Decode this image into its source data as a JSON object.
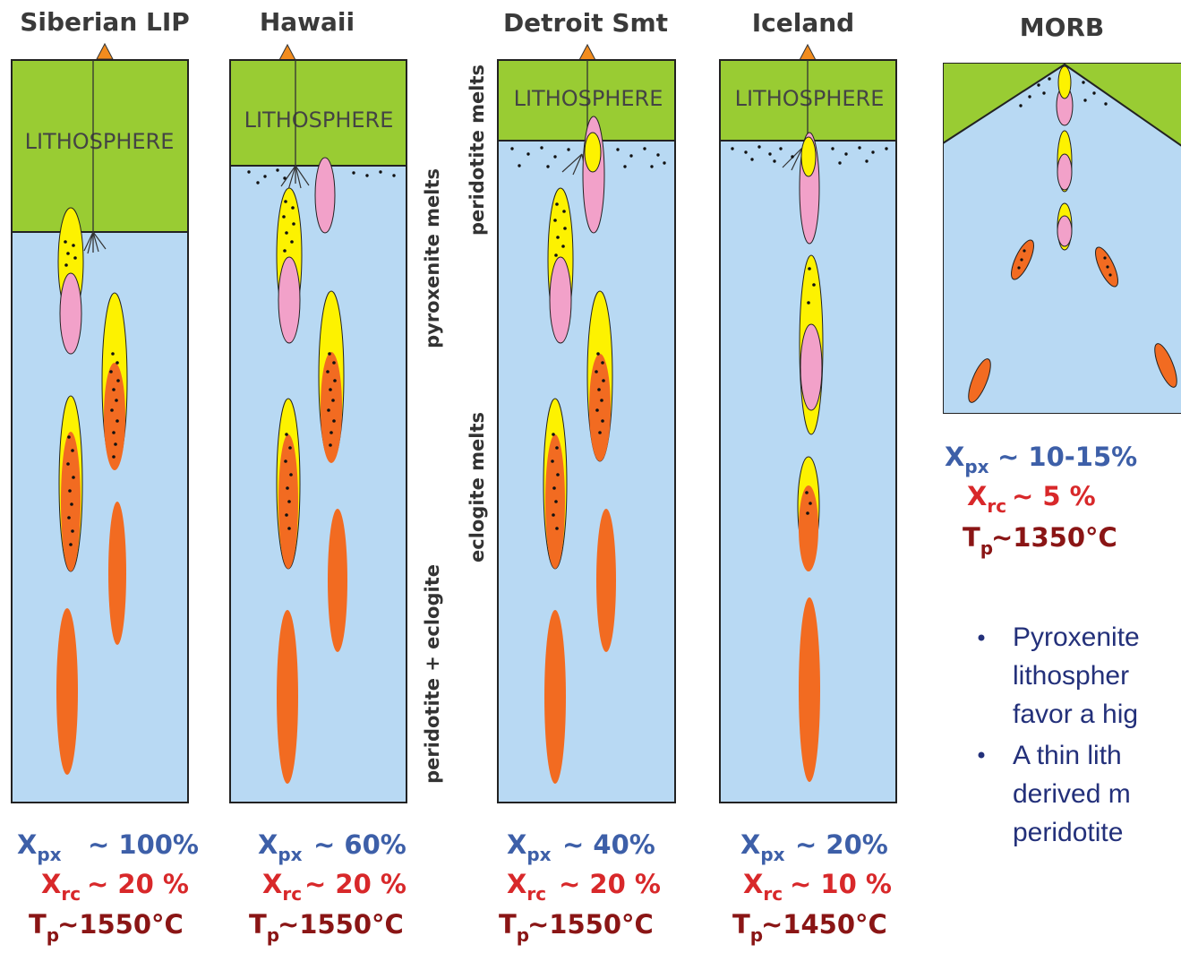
{
  "colors": {
    "lithosphere": "#99cc33",
    "mantle": "#b8d9f3",
    "pyroxenite_melt": "#fdf200",
    "eclogite": "#f26b21",
    "peridotite_melt": "#f2a1c9",
    "volcano": "#f28c1e",
    "xpx_label": "#3d5fa8",
    "xrc_label": "#d8282a",
    "tp_label": "#8a1515",
    "bullet_text": "#23307a"
  },
  "panels": [
    {
      "title": "Siberian LIP",
      "lithosphere_label": "LITHOSPHERE",
      "xpx_sym": "X",
      "xpx_sub": "px",
      "xpx_val": "~ 100%",
      "xrc_sym": "X",
      "xrc_sub": "rc",
      "xrc_val": "~ 20 %",
      "tp_sym": "T",
      "tp_sub": "p",
      "tp_val": "~1550°C"
    },
    {
      "title": "Hawaii",
      "lithosphere_label": "LITHOSPHERE",
      "xpx_sym": "X",
      "xpx_sub": "px",
      "xpx_val": "~ 60%",
      "xrc_sym": "X",
      "xrc_sub": "rc",
      "xrc_val": "~ 20 %",
      "tp_sym": "T",
      "tp_sub": "p",
      "tp_val": "~1550°C"
    },
    {
      "title": "Detroit Smt",
      "lithosphere_label": "LITHOSPHERE",
      "xpx_sym": "X",
      "xpx_sub": "px",
      "xpx_val": "~ 40%",
      "xrc_sym": "X",
      "xrc_sub": "rc",
      "xrc_val": "~ 20 %",
      "tp_sym": "T",
      "tp_sub": "p",
      "tp_val": "~1550°C"
    },
    {
      "title": "Iceland",
      "lithosphere_label": "LITHOSPHERE",
      "xpx_sym": "X",
      "xpx_sub": "px",
      "xpx_val": "~ 20%",
      "xrc_sym": "X",
      "xrc_sub": "rc",
      "xrc_val": "~ 10 %",
      "tp_sym": "T",
      "tp_sub": "p",
      "tp_val": "~1450°C"
    },
    {
      "title": "MORB",
      "xpx_sym": "X",
      "xpx_sub": "px",
      "xpx_val": "~ 10-15%",
      "xrc_sym": "X",
      "xrc_sub": "rc",
      "xrc_val": "~ 5 %",
      "tp_sym": "T",
      "tp_sub": "p",
      "tp_val": "~1350°C"
    }
  ],
  "side_labels": {
    "upper_left": "pyroxenite melts",
    "upper_right": "peridotite melts",
    "lower_right": "eclogite melts",
    "lower_left": "peridotite + eclogite"
  },
  "bullets": [
    {
      "line1": "Pyroxenite",
      "line2": "lithospher",
      "line3": "favor a hig"
    },
    {
      "line1": "A thin lith",
      "line2": "derived m",
      "line3": "peridotite"
    }
  ]
}
